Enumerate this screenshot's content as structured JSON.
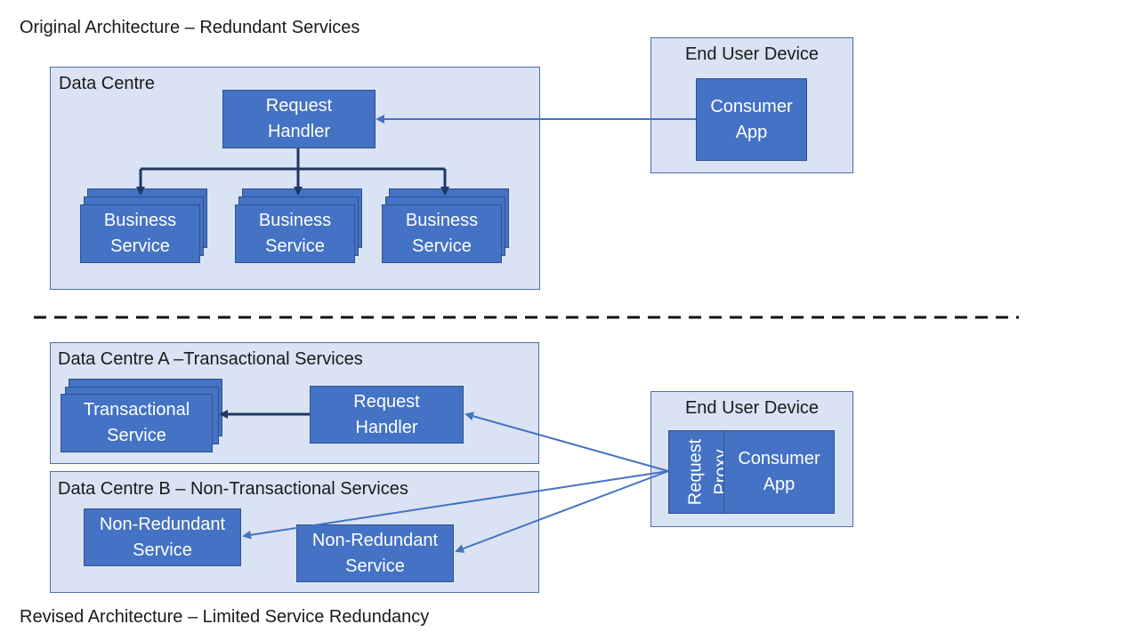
{
  "titles": {
    "original": "Original Architecture – Redundant Services",
    "revised": "Revised Architecture – Limited Service Redundancy"
  },
  "original": {
    "data_centre_label": "Data Centre",
    "request_handler": "Request\nHandler",
    "business_services": [
      "Business\nService",
      "Business\nService",
      "Business\nService"
    ],
    "end_user_device_label": "End User Device",
    "consumer_app": "Consumer\nApp"
  },
  "revised": {
    "data_centre_a_label": "Data Centre A –Transactional Services",
    "transactional_service": "Transactional\nService",
    "request_handler": "Request\nHandler",
    "data_centre_b_label": "Data Centre B – Non-Transactional Services",
    "non_redundant_services": [
      "Non-Redundant\nService",
      "Non-Redundant\nService"
    ],
    "end_user_device_label": "End User Device",
    "request_proxy": "Request\nProxy",
    "consumer_app": "Consumer\nApp"
  },
  "colors": {
    "container_fill": "#dae3f3",
    "box_fill": "#4472c4",
    "arrow_light": "#4472c4",
    "arrow_dark": "#1f3864"
  }
}
